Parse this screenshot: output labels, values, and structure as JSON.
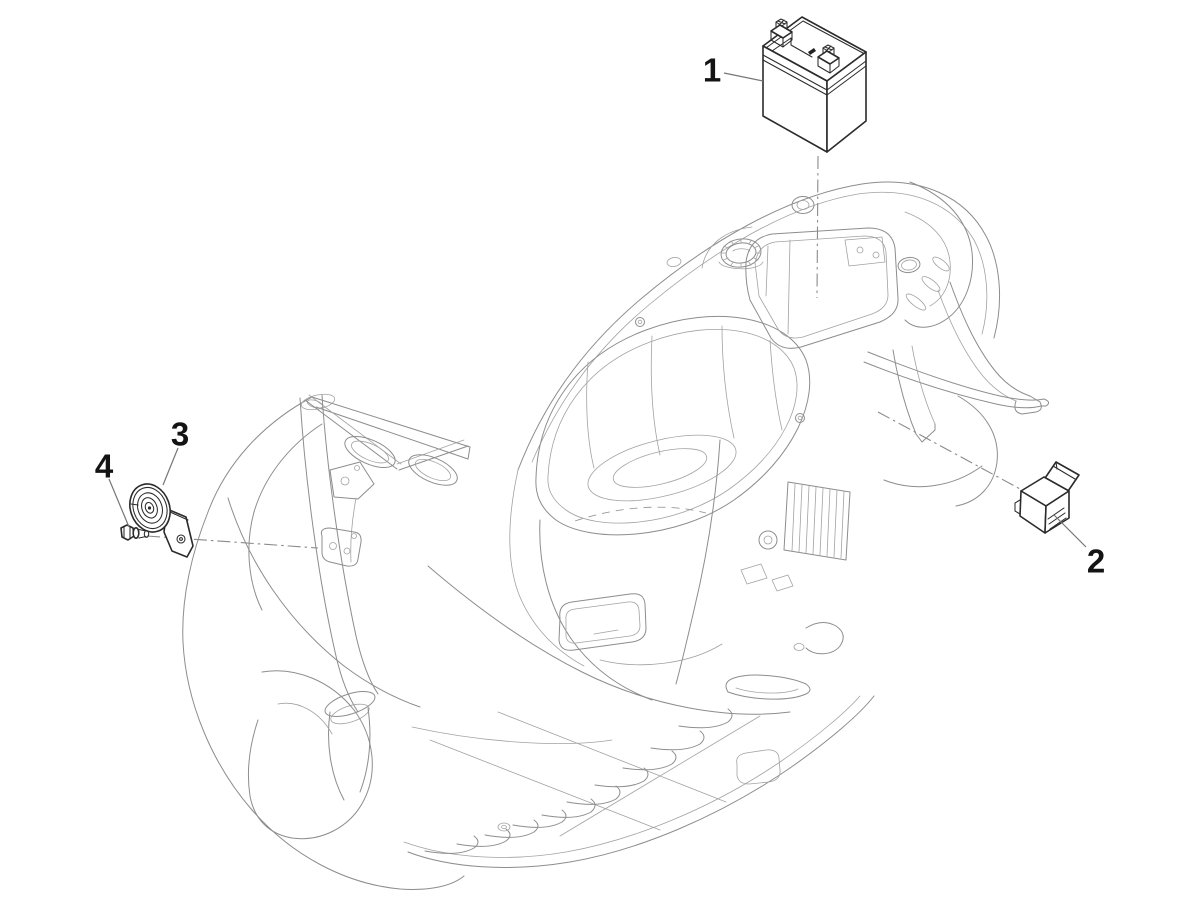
{
  "diagram": {
    "figure_type": "exploded-parts-line-diagram",
    "subject": "scooter-electrical-devices",
    "background_color": "#ffffff",
    "body_line_color": "#8d8d8d",
    "part_line_color": "#2b2b2b",
    "callout_text_color": "#141414",
    "callouts": [
      {
        "number": "1",
        "part": "battery"
      },
      {
        "number": "2",
        "part": "relay"
      },
      {
        "number": "3",
        "part": "horn"
      },
      {
        "number": "4",
        "part": "horn-mounting-screw"
      }
    ]
  }
}
